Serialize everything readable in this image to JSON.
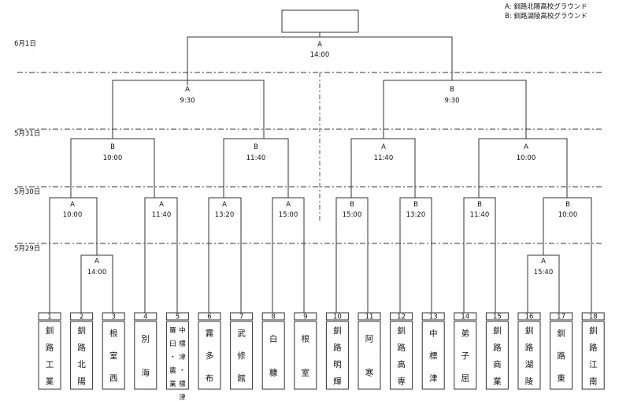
{
  "legend": {
    "a": "A: 釧路北陽高校グラウンド",
    "b": "B: 釧路湖陵高校グラウンド"
  },
  "dates": {
    "d61": "6月1日",
    "d531": "5月31日",
    "d530": "5月30日",
    "d529": "5月29日"
  },
  "champion": "",
  "matches": {
    "final": {
      "venue": "A",
      "time": "14:00"
    },
    "sf_left": {
      "venue": "A",
      "time": "9:30"
    },
    "sf_right": {
      "venue": "B",
      "time": "9:30"
    },
    "qf1": {
      "venue": "B",
      "time": "10:00"
    },
    "qf2": {
      "venue": "B",
      "time": "11:40"
    },
    "qf3": {
      "venue": "A",
      "time": "11:40"
    },
    "qf4": {
      "venue": "A",
      "time": "10:00"
    },
    "r2_1": {
      "venue": "A",
      "time": "10:00"
    },
    "r2_2": {
      "venue": "A",
      "time": "11:40"
    },
    "r2_3": {
      "venue": "A",
      "time": "13:20"
    },
    "r2_4": {
      "venue": "A",
      "time": "15:00"
    },
    "r2_5": {
      "venue": "B",
      "time": "15:00"
    },
    "r2_6": {
      "venue": "B",
      "time": "13:20"
    },
    "r2_7": {
      "venue": "B",
      "time": "11:40"
    },
    "r2_8": {
      "venue": "B",
      "time": "10:00"
    },
    "r1_left": {
      "venue": "A",
      "time": "14:00"
    },
    "r1_right": {
      "venue": "A",
      "time": "15:40"
    }
  },
  "teams": [
    {
      "no": "1",
      "name": "釧路工業"
    },
    {
      "no": "2",
      "name": "釧路北陽"
    },
    {
      "no": "3",
      "name": "根室西"
    },
    {
      "no": "4",
      "name": "別海"
    },
    {
      "no": "5",
      "name": "中標津・標津",
      "name2": "羅臼・農業"
    },
    {
      "no": "6",
      "name": "霧多布"
    },
    {
      "no": "7",
      "name": "武修館"
    },
    {
      "no": "8",
      "name": "白糠"
    },
    {
      "no": "9",
      "name": "根室"
    },
    {
      "no": "10",
      "name": "釧路明輝"
    },
    {
      "no": "11",
      "name": "阿寒"
    },
    {
      "no": "12",
      "name": "釧路高専"
    },
    {
      "no": "13",
      "name": "中標津"
    },
    {
      "no": "14",
      "name": "弟子屈"
    },
    {
      "no": "15",
      "name": "釧路商業"
    },
    {
      "no": "16",
      "name": "釧路湖陵"
    },
    {
      "no": "17",
      "name": "釧路東"
    },
    {
      "no": "18",
      "name": "釧路江南"
    }
  ]
}
